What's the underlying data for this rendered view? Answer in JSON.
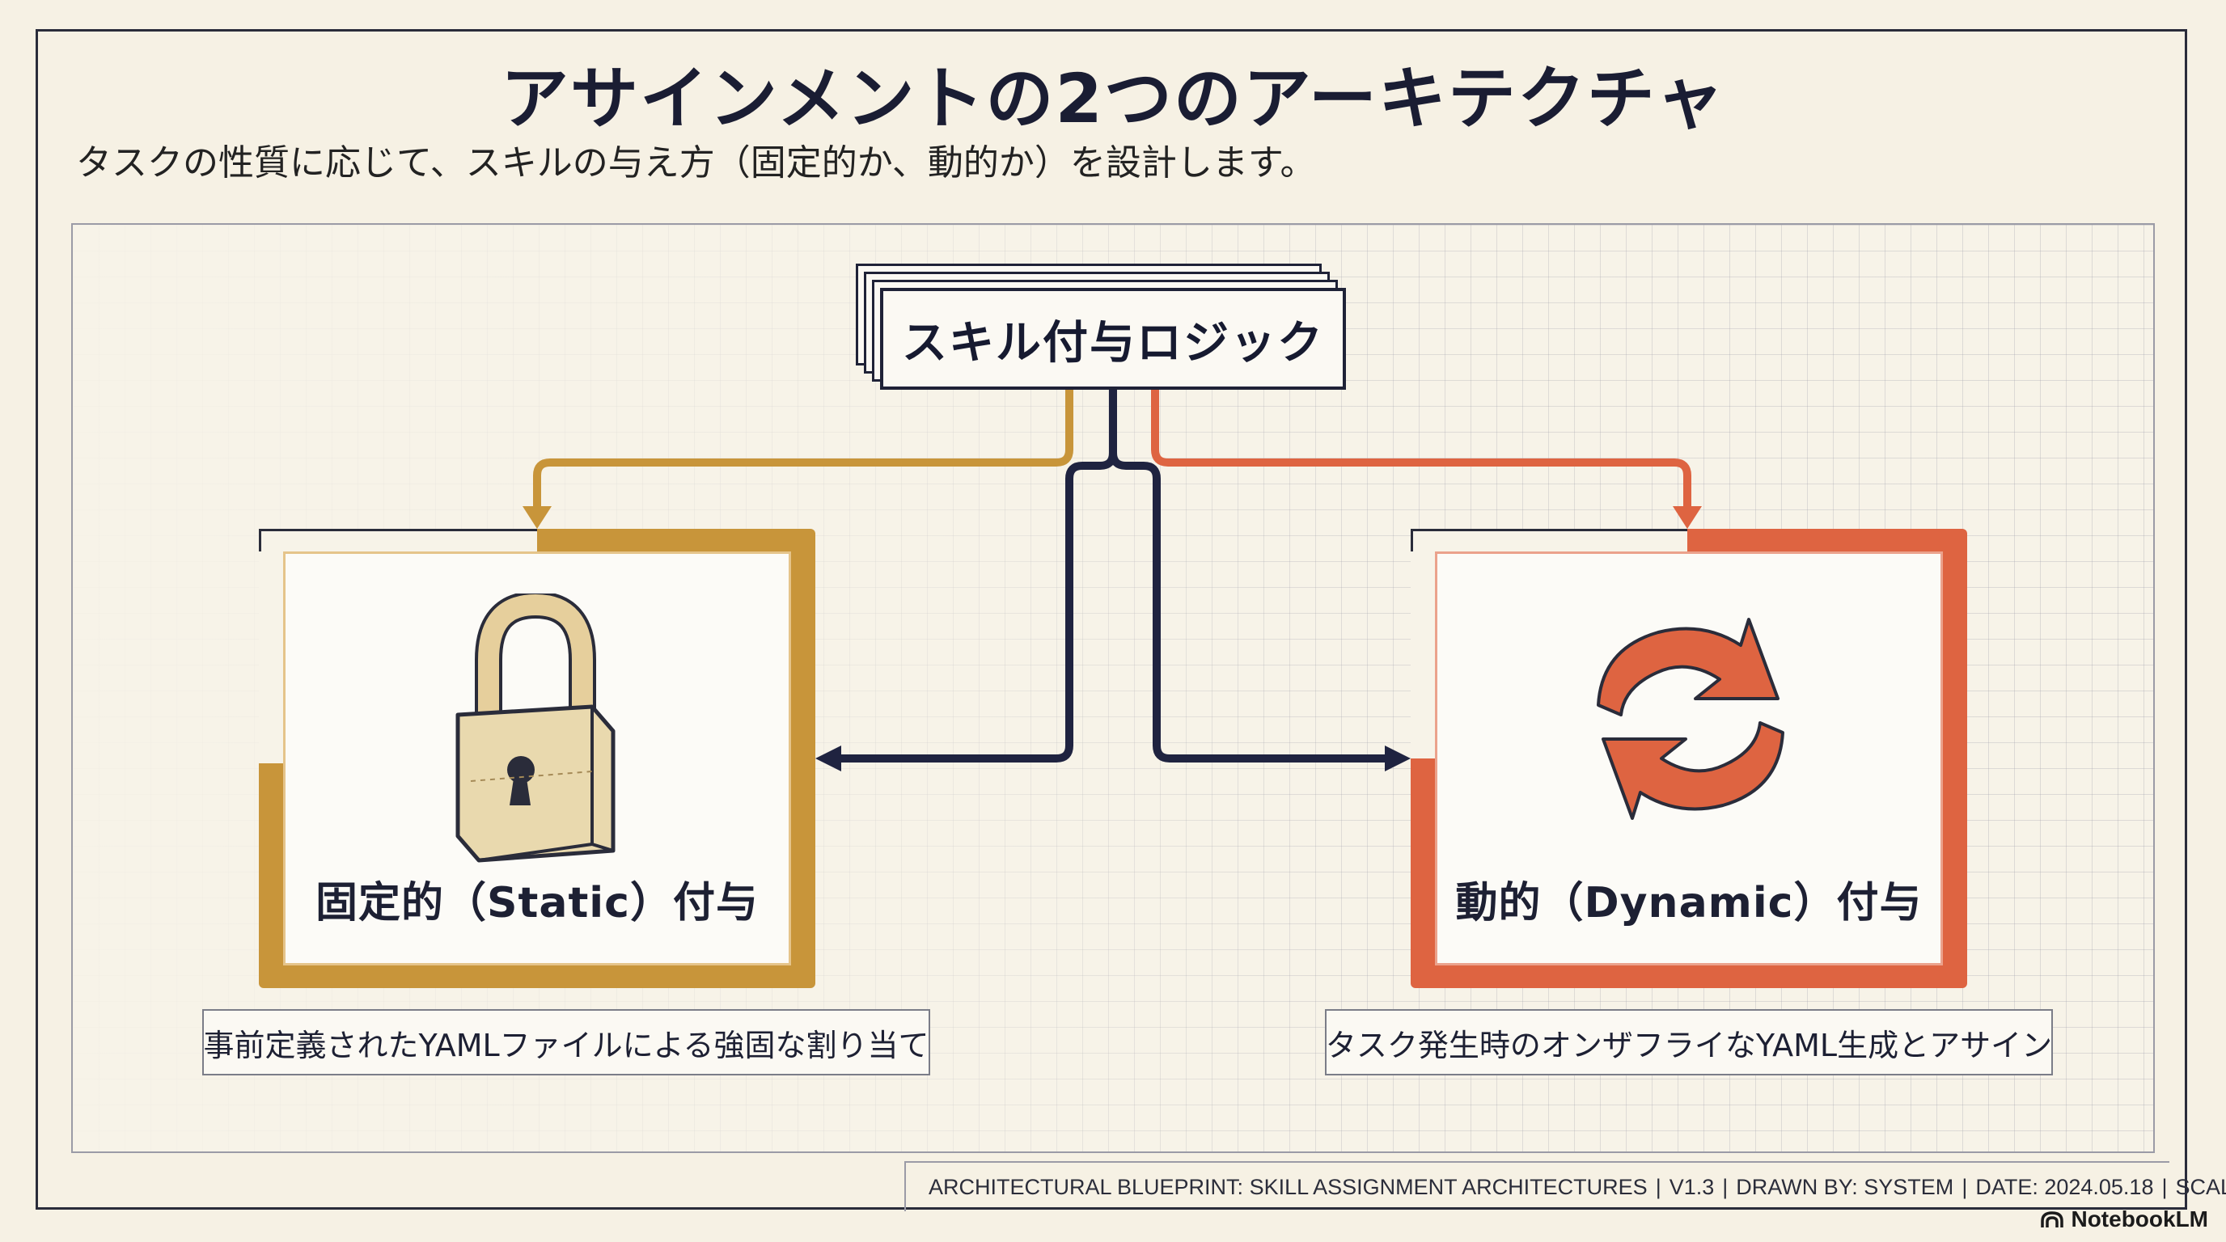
{
  "header": {
    "title": "アサインメントの2つのアーキテクチャ",
    "subtitle": "タスクの性質に応じて、スキルの与え方（固定的か、動的か）を設計します。"
  },
  "diagram": {
    "root": {
      "label": "スキル付与ロジック"
    },
    "static_card": {
      "label": "固定的（Static）付与",
      "icon": "padlock-icon",
      "color": "#c8953a",
      "note": "事前定義されたYAMLファイルによる強固な割り当て"
    },
    "dynamic_card": {
      "label": "動的（Dynamic）付与",
      "icon": "refresh-arrows-icon",
      "color": "#de6441",
      "note": "タスク発生時のオンザフライなYAML生成とアサイン"
    },
    "connector_color": "#1f2340"
  },
  "footer": {
    "blueprint": "ARCHITECTURAL BLUEPRINT: SKILL ASSIGNMENT ARCHITECTURES",
    "version": "V1.3",
    "drawn_by": "DRAWN BY: SYSTEM",
    "date": "DATE: 2024.05.18",
    "scale": "SCALE: NTS"
  },
  "brand": {
    "name": "NotebookLM"
  }
}
